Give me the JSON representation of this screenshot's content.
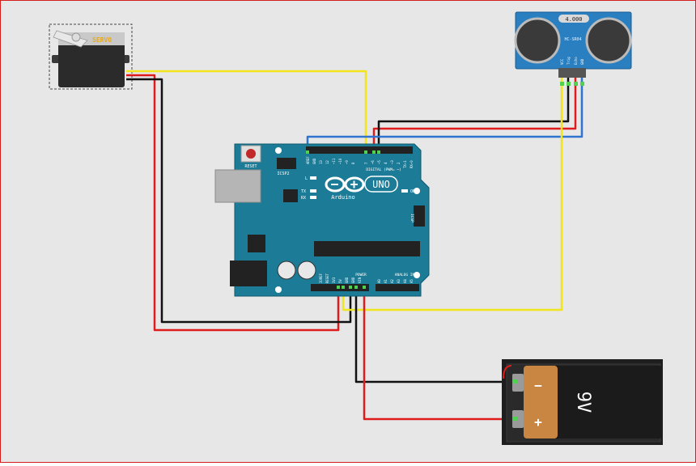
{
  "servo": {
    "label": "SERVO"
  },
  "sensor": {
    "freq_label": "4.000",
    "model_label": "HC-SR04",
    "pins": [
      "VCC",
      "Trig",
      "Echo",
      "GND"
    ]
  },
  "arduino": {
    "reset_label": "RESET",
    "icsp2_label": "ICSP2",
    "logo_label": "UNO",
    "brand_label": "Arduino",
    "on_label": "ON",
    "l_label": "L",
    "tx_label": "TX",
    "rx_label": "RX",
    "icsp_label": "ICSP",
    "digital_label": "DIGITAL (PWM= ~)",
    "power_label": "POWER",
    "analog_label": "ANALOG IN",
    "digital_pins": [
      "AREF",
      "GND",
      "13",
      "12",
      "~11",
      "~10",
      "~9",
      "8",
      "7",
      "~6",
      "~5",
      "4",
      "~3",
      "2",
      "TX→1",
      "RX←0"
    ],
    "power_pins": [
      "IOREF",
      "RESET",
      "3V3",
      "5V",
      "GND",
      "GND",
      "VIN"
    ],
    "analog_pins": [
      "A0",
      "A1",
      "A2",
      "A3",
      "A4",
      "A5"
    ]
  },
  "battery": {
    "voltage_label": "9V",
    "minus_label": "−",
    "plus_label": "+"
  },
  "colors": {
    "wire_yellow": "#f0e51e",
    "wire_red": "#e01b1b",
    "wire_black": "#111111",
    "wire_blue": "#2f74d0",
    "board": "#1c7c97",
    "sensor": "#2a7fc0"
  }
}
